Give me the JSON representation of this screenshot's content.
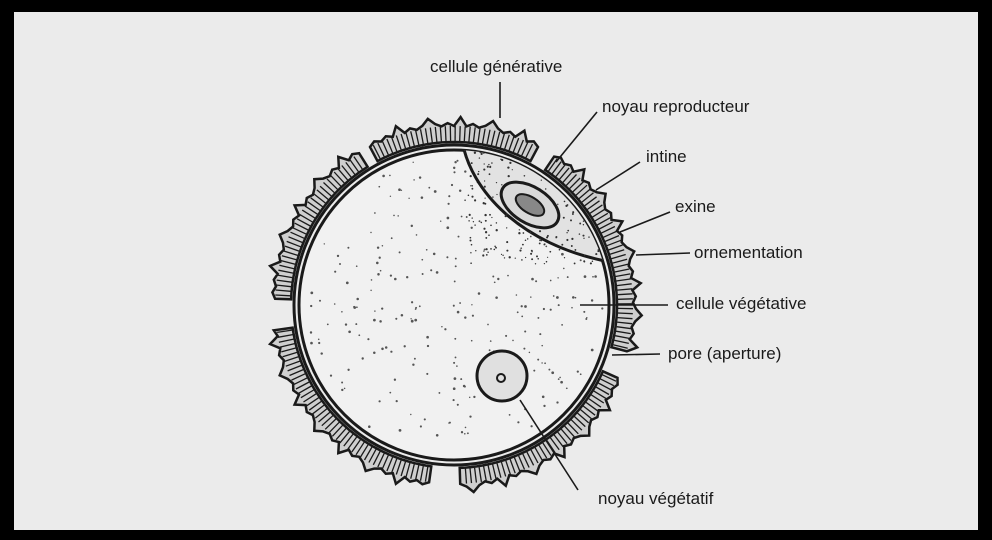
{
  "colors": {
    "background": "#ebebeb",
    "frame": "#000000",
    "ink": "#1a1a1a",
    "cell_fill": "#f1f1f1"
  },
  "labels": {
    "cellule_generative": "cellule générative",
    "noyau_reproducteur": "noyau reproducteur",
    "intine": "intine",
    "exine": "exine",
    "ornementation": "ornementation",
    "cellule_vegetative": "cellule végétative",
    "pore": "pore (aperture)",
    "noyau_vegetatif": "noyau végétatif"
  }
}
